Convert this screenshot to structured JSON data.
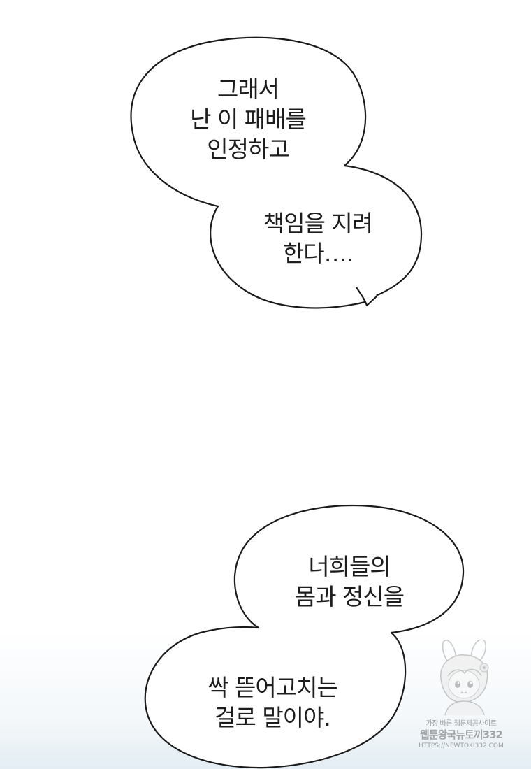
{
  "bubbles": [
    {
      "lines": [
        "그래서",
        "난 이 패배를",
        "인정하고"
      ]
    },
    {
      "lines": [
        "책임을 지려",
        "한다…."
      ]
    },
    {
      "lines": [
        "너희들의",
        "몸과 정신을"
      ]
    },
    {
      "lines": [
        "싹 뜯어고치는",
        "걸로 말이야."
      ]
    }
  ],
  "watermark": {
    "line1": "가장 빠른 웹툰제공사이트",
    "line2": "웹툰왕국뉴토끼332",
    "line3": "HTTPS://NEWTOKI332.COM"
  }
}
